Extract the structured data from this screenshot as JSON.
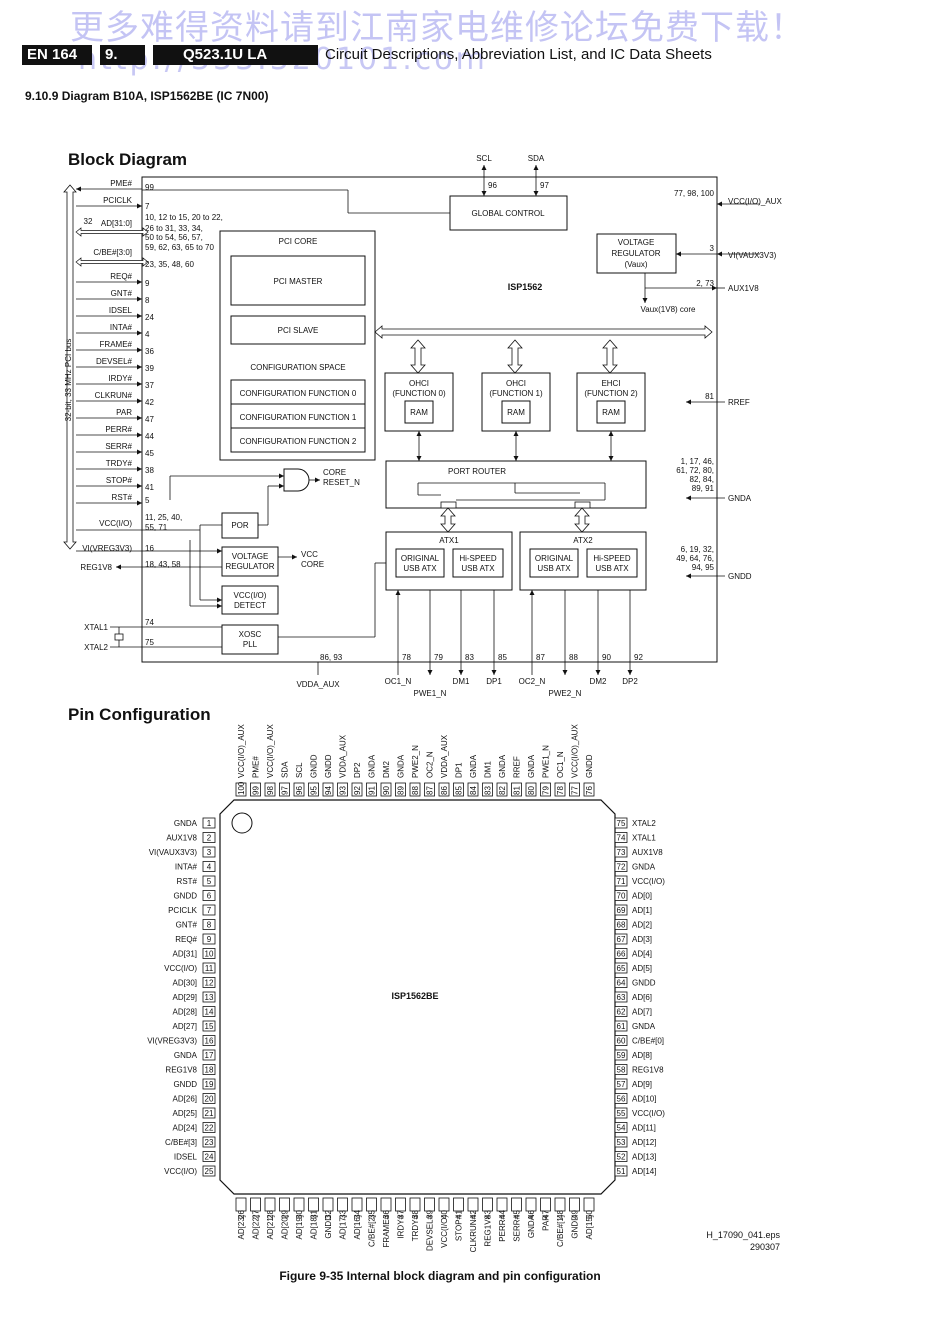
{
  "watermark": {
    "line1": "更多难得资料请到江南家电维修论坛免费下载！",
    "line2": "http://333.320101.com"
  },
  "header": {
    "page": "EN 164",
    "chapter": "9.",
    "model": "Q523.1U LA",
    "title": "Circuit Descriptions, Abbreviation List, and IC Data Sheets"
  },
  "section": "9.10.9   Diagram B10A, ISP1562BE (IC 7N00)",
  "block_heading": "Block Diagram",
  "pin_heading": "Pin Configuration",
  "block": {
    "chip": "ISP1562",
    "pci_bus_label": "32-bit, 33 MHz PCI bus",
    "left_signals": [
      {
        "name": "PME#",
        "pins": "99"
      },
      {
        "name": "PCICLK",
        "pins": "7"
      },
      {
        "name": "AD[31:0]",
        "pins": "10, 12 to 15, 20 to 22,"
      },
      {
        "name": "",
        "pins": "26 to 31, 33, 34,"
      },
      {
        "name": "",
        "pins": "50 to 54, 56, 57,"
      },
      {
        "name": "",
        "pins": "59, 62, 63, 65 to 70"
      },
      {
        "name": "C/BE#[3:0]",
        "pins": "23, 35, 48, 60"
      },
      {
        "name": "REQ#",
        "pins": "9"
      },
      {
        "name": "GNT#",
        "pins": "8"
      },
      {
        "name": "IDSEL",
        "pins": "24"
      },
      {
        "name": "INTA#",
        "pins": "4"
      },
      {
        "name": "FRAME#",
        "pins": "36"
      },
      {
        "name": "DEVSEL#",
        "pins": "39"
      },
      {
        "name": "IRDY#",
        "pins": "37"
      },
      {
        "name": "CLKRUN#",
        "pins": "42"
      },
      {
        "name": "PAR",
        "pins": "47"
      },
      {
        "name": "PERR#",
        "pins": "44"
      },
      {
        "name": "SERR#",
        "pins": "45"
      },
      {
        "name": "TRDY#",
        "pins": "38"
      },
      {
        "name": "STOP#",
        "pins": "41"
      },
      {
        "name": "RST#",
        "pins": "5"
      }
    ],
    "bus_width": "32",
    "vcc_io": "VCC(I/O)",
    "vcc_io_pins": [
      "11, 25, 40,",
      "55, 71"
    ],
    "vreg": "VI(VREG3V3)",
    "vreg_pin": "16",
    "reg1v8": "REG1V8",
    "reg1v8_pins": "18, 43, 58",
    "xtal1": "XTAL1",
    "xtal1_pin": "74",
    "xtal2": "XTAL2",
    "xtal2_pin": "75",
    "pci_core": "PCI CORE",
    "pci_master": "PCI MASTER",
    "pci_slave": "PCI SLAVE",
    "config_space": "CONFIGURATION SPACE",
    "config_functions": [
      "CONFIGURATION FUNCTION 0",
      "CONFIGURATION FUNCTION 1",
      "CONFIGURATION FUNCTION 2"
    ],
    "global_control": "GLOBAL CONTROL",
    "scl": "SCL",
    "scl_pin": "96",
    "sda": "SDA",
    "sda_pin": "97",
    "voltage_reg": [
      "VOLTAGE",
      "REGULATOR",
      "(Vaux)"
    ],
    "vaux_core": "Vaux(1V8) core",
    "right_signals": [
      {
        "name": "VCC(I/O)_AUX",
        "pins": "77, 98, 100"
      },
      {
        "name": "VI(VAUX3V3)",
        "pins": "3"
      },
      {
        "name": "AUX1V8",
        "pins": "2, 73"
      },
      {
        "name": "RREF",
        "pins": "81"
      },
      {
        "name": "GNDA",
        "pins": [
          "1, 17, 46,",
          "61, 72, 80,",
          "82, 84,",
          "89, 91"
        ]
      },
      {
        "name": "GNDD",
        "pins": [
          "6, 19, 32,",
          "49, 64, 76,",
          "94, 95"
        ]
      }
    ],
    "hosts": [
      {
        "title": [
          "OHCI",
          "(FUNCTION 0)"
        ],
        "ram": "RAM"
      },
      {
        "title": [
          "OHCI",
          "(FUNCTION 1)"
        ],
        "ram": "RAM"
      },
      {
        "title": [
          "EHCI",
          "(FUNCTION 2)"
        ],
        "ram": "RAM"
      }
    ],
    "port_router": "PORT ROUTER",
    "atx": [
      {
        "name": "ATX1",
        "orig": [
          "ORIGINAL",
          "USB ATX"
        ],
        "hs": [
          "Hi-SPEED",
          "USB ATX"
        ]
      },
      {
        "name": "ATX2",
        "orig": [
          "ORIGINAL",
          "USB ATX"
        ],
        "hs": [
          "Hi-SPEED",
          "USB ATX"
        ]
      }
    ],
    "por": "POR",
    "and_out": [
      "CORE",
      "RESET_N"
    ],
    "vreg_block": [
      "VOLTAGE",
      "REGULATOR"
    ],
    "vcc_core": [
      "VCC",
      "CORE"
    ],
    "vcc_detect": [
      "VCC(I/O)",
      "DETECT"
    ],
    "xosc": [
      "XOSC",
      "PLL"
    ],
    "vdda_aux": "VDDA_AUX",
    "vdda_pins": "86, 93",
    "bottom_signals": [
      {
        "name": "OC1_N",
        "pin": "78"
      },
      {
        "name": "PWE1_N",
        "pin": "79"
      },
      {
        "name": "DM1",
        "pin": "83"
      },
      {
        "name": "DP1",
        "pin": "85"
      },
      {
        "name": "OC2_N",
        "pin": "87"
      },
      {
        "name": "PWE2_N",
        "pin": "88"
      },
      {
        "name": "DM2",
        "pin": "90"
      },
      {
        "name": "DP2",
        "pin": "92"
      }
    ]
  },
  "package": {
    "name": "ISP1562BE",
    "left": [
      [
        "1",
        "GNDA"
      ],
      [
        "2",
        "AUX1V8"
      ],
      [
        "3",
        "VI(VAUX3V3)"
      ],
      [
        "4",
        "INTA#"
      ],
      [
        "5",
        "RST#"
      ],
      [
        "6",
        "GNDD"
      ],
      [
        "7",
        "PCICLK"
      ],
      [
        "8",
        "GNT#"
      ],
      [
        "9",
        "REQ#"
      ],
      [
        "10",
        "AD[31]"
      ],
      [
        "11",
        "VCC(I/O)"
      ],
      [
        "12",
        "AD[30]"
      ],
      [
        "13",
        "AD[29]"
      ],
      [
        "14",
        "AD[28]"
      ],
      [
        "15",
        "AD[27]"
      ],
      [
        "16",
        "VI(VREG3V3)"
      ],
      [
        "17",
        "GNDA"
      ],
      [
        "18",
        "REG1V8"
      ],
      [
        "19",
        "GNDD"
      ],
      [
        "20",
        "AD[26]"
      ],
      [
        "21",
        "AD[25]"
      ],
      [
        "22",
        "AD[24]"
      ],
      [
        "23",
        "C/BE#[3]"
      ],
      [
        "24",
        "IDSEL"
      ],
      [
        "25",
        "VCC(I/O)"
      ]
    ],
    "bottom": [
      [
        "26",
        "AD[23]"
      ],
      [
        "27",
        "AD[22]"
      ],
      [
        "28",
        "AD[21]"
      ],
      [
        "29",
        "AD[20]"
      ],
      [
        "30",
        "AD[19]"
      ],
      [
        "31",
        "AD[18]"
      ],
      [
        "32",
        "GNDD"
      ],
      [
        "33",
        "AD[17]"
      ],
      [
        "34",
        "AD[16]"
      ],
      [
        "35",
        "C/BE#[2]"
      ],
      [
        "36",
        "FRAME#"
      ],
      [
        "37",
        "IRDY#"
      ],
      [
        "38",
        "TRDY#"
      ],
      [
        "39",
        "DEVSEL#"
      ],
      [
        "40",
        "VCC(I/O)"
      ],
      [
        "41",
        "STOP#"
      ],
      [
        "42",
        "CLKRUN#"
      ],
      [
        "43",
        "REG1V8"
      ],
      [
        "44",
        "PERR#"
      ],
      [
        "45",
        "SERR#"
      ],
      [
        "46",
        "GNDA"
      ],
      [
        "47",
        "PAR"
      ],
      [
        "48",
        "C/BE#[1]"
      ],
      [
        "49",
        "GNDD"
      ],
      [
        "50",
        "AD[15]"
      ]
    ],
    "right": [
      [
        "75",
        "XTAL2"
      ],
      [
        "74",
        "XTAL1"
      ],
      [
        "73",
        "AUX1V8"
      ],
      [
        "72",
        "GNDA"
      ],
      [
        "71",
        "VCC(I/O)"
      ],
      [
        "70",
        "AD[0]"
      ],
      [
        "69",
        "AD[1]"
      ],
      [
        "68",
        "AD[2]"
      ],
      [
        "67",
        "AD[3]"
      ],
      [
        "66",
        "AD[4]"
      ],
      [
        "65",
        "AD[5]"
      ],
      [
        "64",
        "GNDD"
      ],
      [
        "63",
        "AD[6]"
      ],
      [
        "62",
        "AD[7]"
      ],
      [
        "61",
        "GNDA"
      ],
      [
        "60",
        "C/BE#[0]"
      ],
      [
        "59",
        "AD[8]"
      ],
      [
        "58",
        "REG1V8"
      ],
      [
        "57",
        "AD[9]"
      ],
      [
        "56",
        "AD[10]"
      ],
      [
        "55",
        "VCC(I/O)"
      ],
      [
        "54",
        "AD[11]"
      ],
      [
        "53",
        "AD[12]"
      ],
      [
        "52",
        "AD[13]"
      ],
      [
        "51",
        "AD[14]"
      ]
    ],
    "top": [
      [
        "100",
        "VCC(I/O)_AUX"
      ],
      [
        "99",
        "PME#"
      ],
      [
        "98",
        "VCC(I/O)_AUX"
      ],
      [
        "97",
        "SDA"
      ],
      [
        "96",
        "SCL"
      ],
      [
        "95",
        "GNDD"
      ],
      [
        "94",
        "GNDD"
      ],
      [
        "93",
        "VDDA_AUX"
      ],
      [
        "92",
        "DP2"
      ],
      [
        "91",
        "GNDA"
      ],
      [
        "90",
        "DM2"
      ],
      [
        "89",
        "GNDA"
      ],
      [
        "88",
        "PWE2_N"
      ],
      [
        "87",
        "OC2_N"
      ],
      [
        "86",
        "VDDA_AUX"
      ],
      [
        "85",
        "DP1"
      ],
      [
        "84",
        "GNDA"
      ],
      [
        "83",
        "DM1"
      ],
      [
        "82",
        "GNDA"
      ],
      [
        "81",
        "RREF"
      ],
      [
        "80",
        "GNDA"
      ],
      [
        "79",
        "PWE1_N"
      ],
      [
        "78",
        "OC1_N"
      ],
      [
        "77",
        "VCC(I/O)_AUX"
      ],
      [
        "76",
        "GNDD"
      ]
    ]
  },
  "footnote": {
    "file": "H_17090_041.eps",
    "date": "290307"
  },
  "caption": "Figure 9-35 Internal block diagram and pin configuration"
}
